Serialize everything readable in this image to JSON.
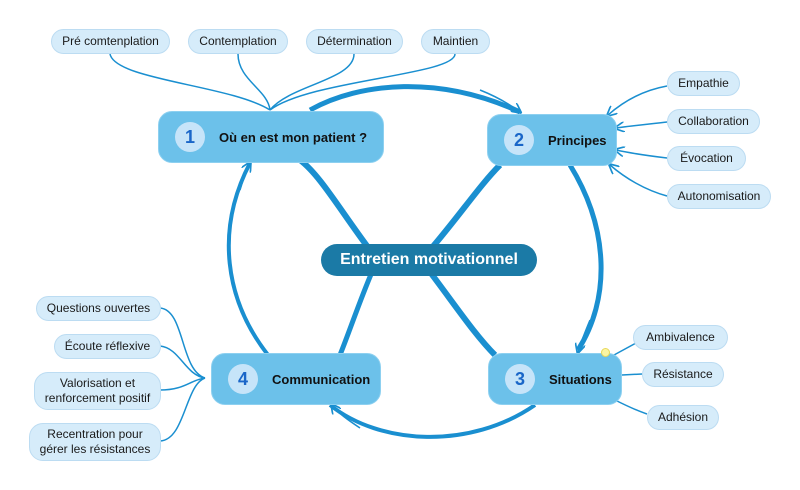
{
  "central_topic": "Entretien motivationnel",
  "topics": [
    {
      "number": "1",
      "label": "Où en est mon patient ?",
      "children": [
        "Pré comtenplation",
        "Contemplation",
        "Détermination",
        "Maintien"
      ]
    },
    {
      "number": "2",
      "label": "Principes",
      "children": [
        "Empathie",
        "Collaboration",
        "Évocation",
        "Autonomisation"
      ]
    },
    {
      "number": "3",
      "label": "Situations",
      "children": [
        "Ambivalence",
        "Résistance",
        "Adhésion"
      ]
    },
    {
      "number": "4",
      "label": "Communication",
      "children": [
        "Questions ouvertes",
        "Écoute réflexive",
        "Valorisation et\nrenforcement positif",
        "Recentration pour\ngérer les résistances"
      ]
    }
  ],
  "colors": {
    "link": "#1a8fd0",
    "central_fill": "#1b7aa6",
    "topic_fill": "#6cc1ea",
    "subtopic_fill": "#d6ecfa",
    "number_text": "#1a66c8"
  }
}
